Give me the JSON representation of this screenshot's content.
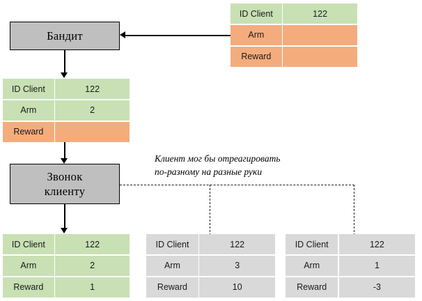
{
  "diagram": {
    "title": "Bandit feedback loop diagram",
    "colors": {
      "process_box_fill": "#bfbfbf",
      "process_box_border": "#000000",
      "table_green": "#c8e0b4",
      "table_orange": "#f5ac7d",
      "table_gray": "#d9d9d9",
      "connector": "#000000",
      "dashed_line": "#1a1a1a"
    }
  },
  "nodes": {
    "bandit": {
      "label": "Бандит"
    },
    "call_client": {
      "label": "Звонок\nклиенту",
      "line1": "Звонок",
      "line2": "клиенту"
    }
  },
  "annotation": {
    "line1": "Клиент мог бы отреагировать",
    "line2": "по-разному на разные руки"
  },
  "tables": {
    "request": {
      "name": "request-table",
      "rows": [
        {
          "key": "ID Client",
          "value": "122",
          "key_color": "green",
          "value_color": "green"
        },
        {
          "key": "Arm",
          "value": "",
          "key_color": "orange",
          "value_color": "orange"
        },
        {
          "key": "Reward",
          "value": "",
          "key_color": "orange",
          "value_color": "orange"
        }
      ]
    },
    "action": {
      "name": "action-table",
      "rows": [
        {
          "key": "ID Client",
          "value": "122",
          "key_color": "green",
          "value_color": "green"
        },
        {
          "key": "Arm",
          "value": "2",
          "key_color": "green",
          "value_color": "green"
        },
        {
          "key": "Reward",
          "value": "",
          "key_color": "orange",
          "value_color": "orange"
        }
      ]
    },
    "observed": {
      "name": "observed-outcome-table",
      "rows": [
        {
          "key": "ID Client",
          "value": "122",
          "key_color": "green",
          "value_color": "green"
        },
        {
          "key": "Arm",
          "value": "2",
          "key_color": "green",
          "value_color": "green"
        },
        {
          "key": "Reward",
          "value": "1",
          "key_color": "green",
          "value_color": "green"
        }
      ]
    },
    "counterfactual_a": {
      "name": "counterfactual-table-a",
      "rows": [
        {
          "key": "ID Client",
          "value": "122",
          "key_color": "gray",
          "value_color": "gray"
        },
        {
          "key": "Arm",
          "value": "3",
          "key_color": "gray",
          "value_color": "gray"
        },
        {
          "key": "Reward",
          "value": "10",
          "key_color": "gray",
          "value_color": "gray"
        }
      ]
    },
    "counterfactual_b": {
      "name": "counterfactual-table-b",
      "rows": [
        {
          "key": "ID Client",
          "value": "122",
          "key_color": "gray",
          "value_color": "gray"
        },
        {
          "key": "Arm",
          "value": "1",
          "key_color": "gray",
          "value_color": "gray"
        },
        {
          "key": "Reward",
          "value": "-3",
          "key_color": "gray",
          "value_color": "gray"
        }
      ]
    }
  }
}
